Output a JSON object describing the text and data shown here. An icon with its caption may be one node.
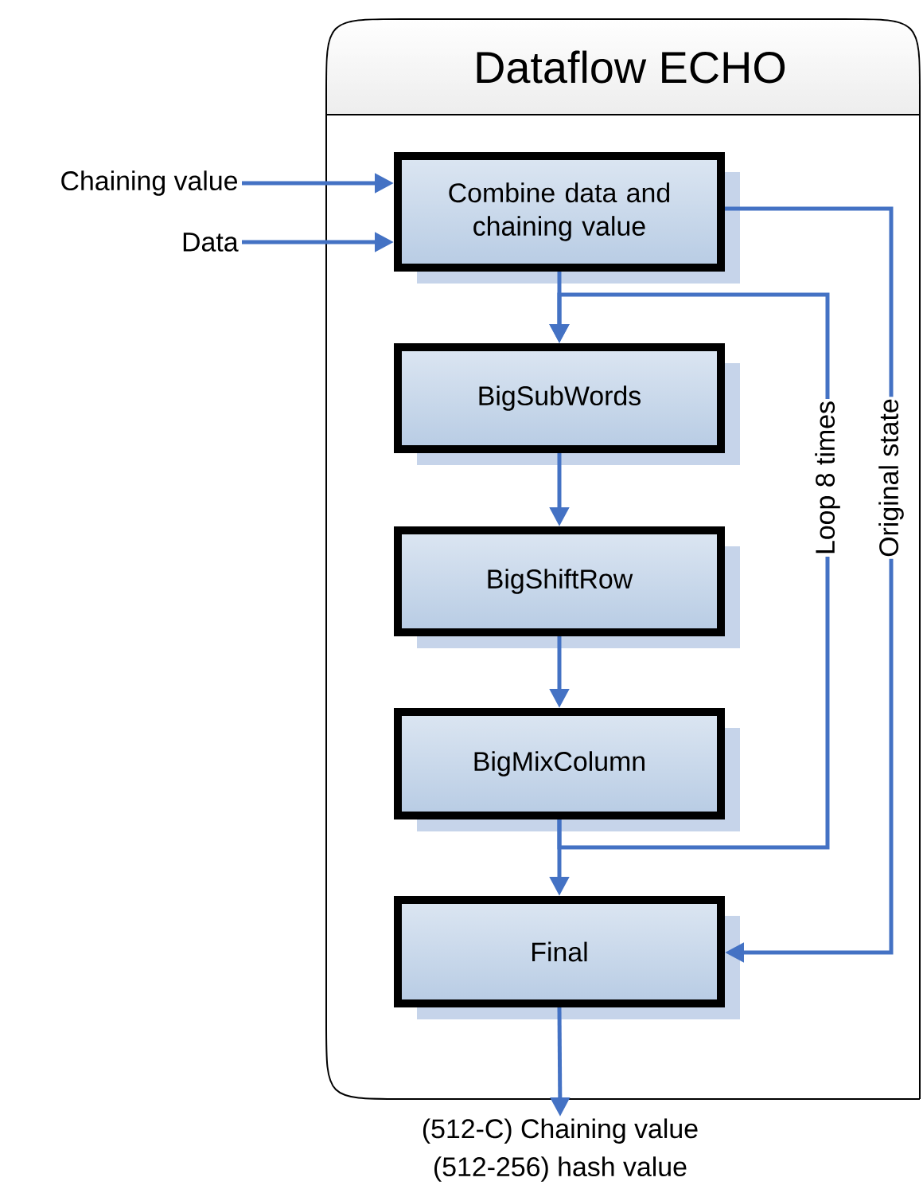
{
  "diagram": {
    "nodes": [
      {
        "text": [
          "Dataflow ECHO"
        ]
      },
      {
        "text": [
          "Chaining value"
        ]
      },
      {
        "text": [
          "Data"
        ]
      },
      {
        "text": [
          "Combine data and chaining value"
        ],
        "in": 0
      },
      {
        "text": [
          "BigSubWords"
        ],
        "in": 0
      },
      {
        "text": [
          "BigShiftRow"
        ],
        "in": 0
      },
      {
        "text": [
          "BigMixColumn"
        ],
        "in": 0
      },
      {
        "text": [
          "Final"
        ],
        "in": 0
      },
      {
        "text": [
          "(512-C) Chaining value",
          "(512-256) hash value"
        ]
      }
    ],
    "edges": [
      {
        "from": 1,
        "to": 3,
        "arrow": "to"
      },
      {
        "from": 2,
        "to": 3,
        "arrow": "to"
      },
      {
        "from": 3,
        "to": 4,
        "arrow": "to"
      },
      {
        "from": 4,
        "to": 5,
        "arrow": "to"
      },
      {
        "from": 5,
        "to": 6,
        "arrow": "to"
      },
      {
        "from": 6,
        "to": 7,
        "arrow": "to"
      },
      {
        "from": 7,
        "to": 8,
        "arrow": "to"
      },
      {
        "from": 6,
        "to": 4,
        "arrow": "to",
        "label": "Loop 8 times"
      },
      {
        "from": 3,
        "to": 7,
        "arrow": "to",
        "label": "Original state"
      }
    ]
  }
}
